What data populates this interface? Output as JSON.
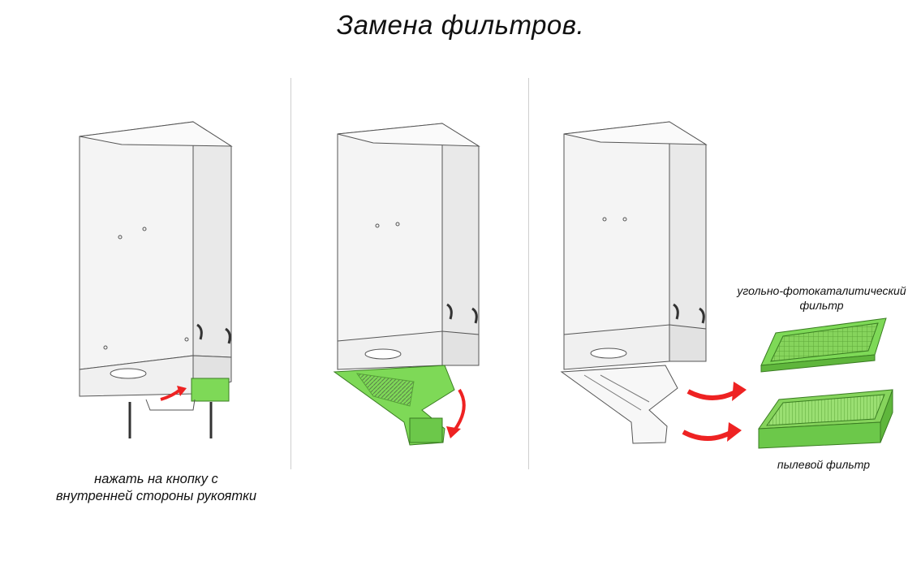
{
  "title": "Замена фильтров.",
  "steps": [
    {
      "caption_line1": "нажать на кнопку с",
      "caption_line2": "внутренней стороны рукоятки"
    }
  ],
  "filters": {
    "carbon_line1": "угольно-фотокаталитический",
    "carbon_line2": "фильтр",
    "dust": "пылевой фильтр"
  },
  "colors": {
    "highlight_green": "#7ed957",
    "filter_green": "#86d45c",
    "arrow_red": "#ee2222",
    "outline": "#555555"
  }
}
